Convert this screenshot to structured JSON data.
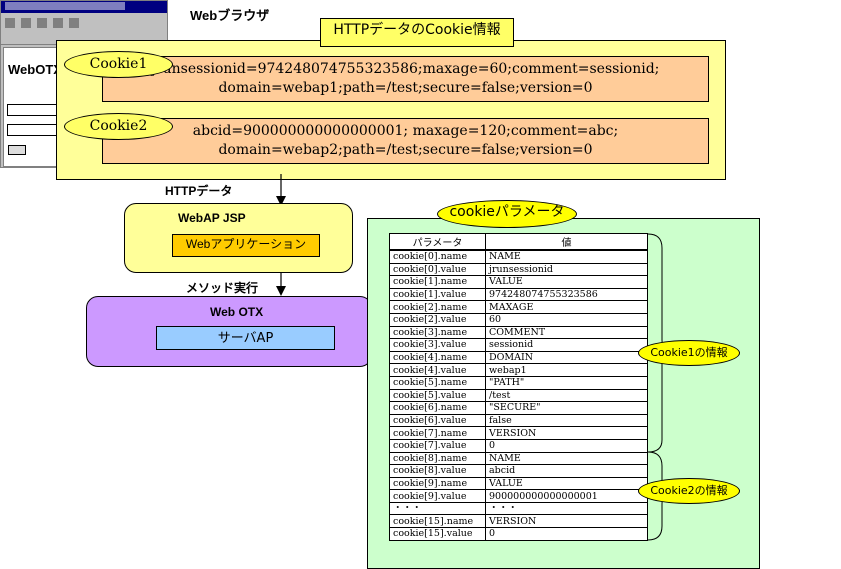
{
  "browser": {
    "caption": "Webブラウザ",
    "page_title": "WebOTX"
  },
  "cookie_section": {
    "title": "HTTPデータのCookie情報",
    "cookies": [
      {
        "name": "Cookie1",
        "line1": "jrunsessionid=974248074755323586;maxage=60;comment=sessionid;",
        "line2": "domain=webap1;path=/test;secure=false;version=0"
      },
      {
        "name": "Cookie2",
        "line1": "abcid=900000000000000001; maxage=120;comment=abc;",
        "line2": "domain=webap2;path=/test;secure=false;version=0"
      }
    ]
  },
  "flow": {
    "http_label": "HTTPデータ",
    "webap_title": "WebAP JSP",
    "webap_app": "Webアプリケーション",
    "method_label": "メソッド実行",
    "otx_title": "Web OTX",
    "server_ap": "サーバAP"
  },
  "params": {
    "title": "cookieパラメータ",
    "headers": [
      "パラメータ",
      "値"
    ],
    "rows": [
      [
        "cookie[0].name",
        "NAME"
      ],
      [
        "cookie[0].value",
        "jrunsessionid"
      ],
      [
        "cookie[1].name",
        "VALUE"
      ],
      [
        "cookie[1].value",
        "974248074755323586"
      ],
      [
        "cookie[2].name",
        "MAXAGE"
      ],
      [
        "cookie[2].value",
        "60"
      ],
      [
        "cookie[3].name",
        "COMMENT"
      ],
      [
        "cookie[3].value",
        "sessionid"
      ],
      [
        "cookie[4].name",
        "DOMAIN"
      ],
      [
        "cookie[4].value",
        "webap1"
      ],
      [
        "cookie[5].name",
        "\"PATH\""
      ],
      [
        "cookie[5].value",
        "/test"
      ],
      [
        "cookie[6].name",
        "\"SECURE\""
      ],
      [
        "cookie[6].value",
        "false"
      ],
      [
        "cookie[7].name",
        "VERSION"
      ],
      [
        "cookie[7].value",
        "0"
      ],
      [
        "cookie[8].name",
        "NAME"
      ],
      [
        "cookie[8].value",
        "abcid"
      ],
      [
        "cookie[9].name",
        "VALUE"
      ],
      [
        "cookie[9].value",
        "900000000000000001"
      ],
      [
        "・・・",
        "・・・"
      ],
      [
        "cookie[15].name",
        "VERSION"
      ],
      [
        "cookie[15].value",
        "0"
      ]
    ],
    "cookie1_info": "Cookie1の情報",
    "cookie2_info": "Cookie2の情報"
  }
}
